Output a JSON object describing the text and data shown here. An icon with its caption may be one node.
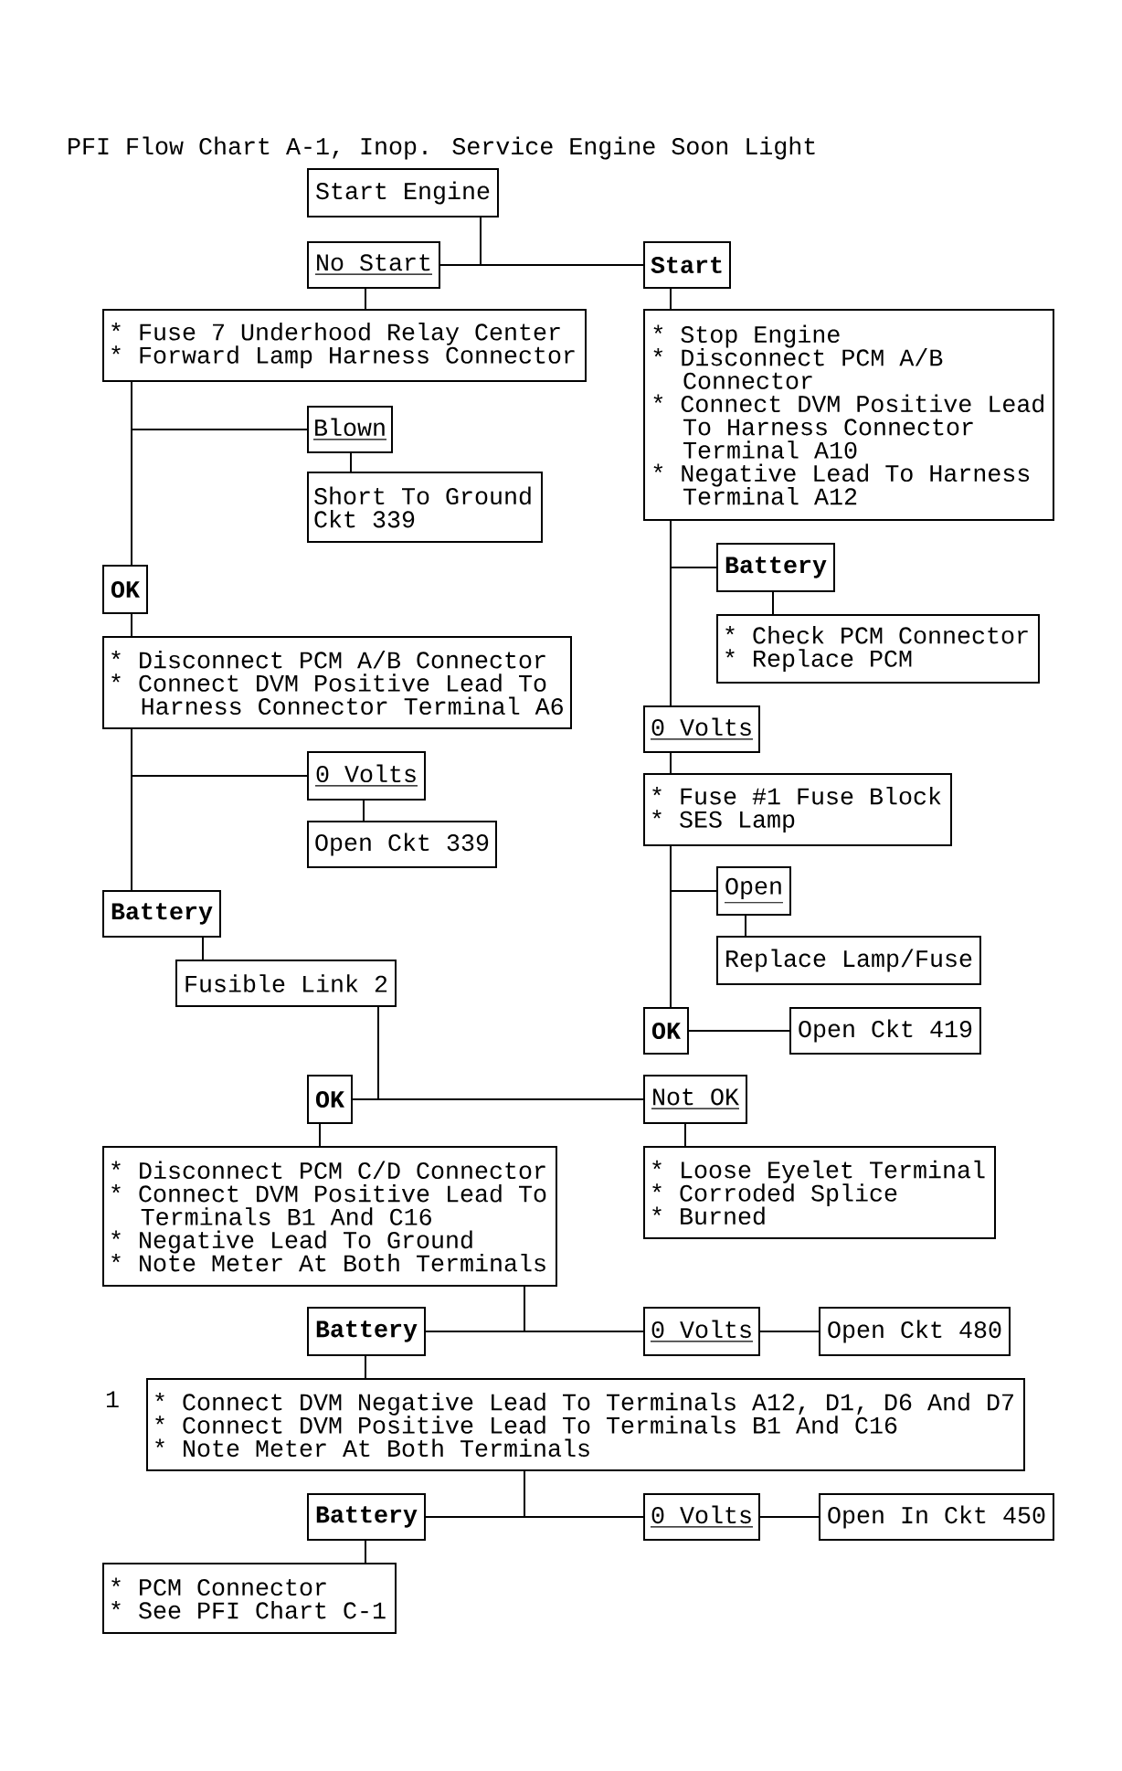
{
  "diagram": {
    "title": "PFI Flow Chart A-1, Inop. Service Engine Soon Light",
    "nodes": [
      {
        "text": [
          "Start Engine"
        ]
      },
      {
        "text": [
          "No Start"
        ]
      },
      {
        "text": [
          "Start"
        ]
      },
      {
        "text": [
          "* Fuse 7 Underhood Relay Center",
          "* Forward Lamp Harness Connector"
        ]
      },
      {
        "text": [
          "* Stop Engine",
          "* Disconnect PCM A/B Connector",
          "* Connect DVM Positive Lead To Harness Connector Terminal A10",
          "* Negative Lead To Harness Terminal A12"
        ]
      },
      {
        "text": [
          "Blown"
        ]
      },
      {
        "text": [
          "Short To Ground Ckt 339"
        ]
      },
      {
        "text": [
          "Battery"
        ]
      },
      {
        "text": [
          "OK"
        ]
      },
      {
        "text": [
          "* Check PCM Connector",
          "* Replace PCM"
        ]
      },
      {
        "text": [
          "* Disconnect PCM A/B Connector",
          "* Connect DVM Positive Lead To Harness Connector Terminal A6"
        ]
      },
      {
        "text": [
          "0 Volts"
        ]
      },
      {
        "text": [
          "0 Volts"
        ]
      },
      {
        "text": [
          "* Fuse #1 Fuse Block",
          "* SES Lamp"
        ]
      },
      {
        "text": [
          "Open Ckt 339"
        ]
      },
      {
        "text": [
          "Open"
        ]
      },
      {
        "text": [
          "Battery"
        ]
      },
      {
        "text": [
          "Replace Lamp/Fuse"
        ]
      },
      {
        "text": [
          "Fusible Link 2"
        ]
      },
      {
        "text": [
          "OK"
        ]
      },
      {
        "text": [
          "Open Ckt 419"
        ]
      },
      {
        "text": [
          "OK"
        ]
      },
      {
        "text": [
          "Not OK"
        ]
      },
      {
        "text": [
          "* Disconnect PCM C/D Connector",
          "* Connect DVM Positive Lead To Terminals B1 And C16",
          "* Negative Lead To Ground",
          "* Note Meter At Both Terminals"
        ]
      },
      {
        "text": [
          "* Loose Eyelet Terminal",
          "* Corroded Splice",
          "* Burned"
        ]
      },
      {
        "text": [
          "Battery"
        ]
      },
      {
        "text": [
          "0 Volts"
        ]
      },
      {
        "text": [
          "Open Ckt 480"
        ]
      },
      {
        "text": [
          "* Connect DVM Negative Lead To Terminals A12, D1, D6 And D7",
          "* Connect DVM Positive Lead To Terminals B1 And C16",
          "* Note Meter At Both Terminals"
        ],
        "beside": [
          "1"
        ]
      },
      {
        "text": [
          "Battery"
        ]
      },
      {
        "text": [
          "0 Volts"
        ]
      },
      {
        "text": [
          "Open In Ckt 450"
        ]
      },
      {
        "text": [
          "* PCM Connector",
          "* See PFI Chart C-1"
        ]
      }
    ],
    "edges": [
      {
        "from": 0,
        "to": 1,
        "arrow": "none"
      },
      {
        "from": 0,
        "to": 2,
        "arrow": "none"
      },
      {
        "from": 1,
        "to": 3,
        "arrow": "none"
      },
      {
        "from": 2,
        "to": 4,
        "arrow": "none"
      },
      {
        "from": 3,
        "to": 5,
        "arrow": "none"
      },
      {
        "from": 3,
        "to": 8,
        "arrow": "none"
      },
      {
        "from": 5,
        "to": 6,
        "arrow": "none"
      },
      {
        "from": 4,
        "to": 7,
        "arrow": "none"
      },
      {
        "from": 4,
        "to": 11,
        "arrow": "none"
      },
      {
        "from": 7,
        "to": 9,
        "arrow": "none"
      },
      {
        "from": 8,
        "to": 10,
        "arrow": "none"
      },
      {
        "from": 10,
        "to": 12,
        "arrow": "none"
      },
      {
        "from": 10,
        "to": 16,
        "arrow": "none"
      },
      {
        "from": 12,
        "to": 14,
        "arrow": "none"
      },
      {
        "from": 11,
        "to": 13,
        "arrow": "none"
      },
      {
        "from": 13,
        "to": 15,
        "arrow": "none"
      },
      {
        "from": 13,
        "to": 19,
        "arrow": "none"
      },
      {
        "from": 15,
        "to": 17,
        "arrow": "none"
      },
      {
        "from": 19,
        "to": 20,
        "arrow": "none"
      },
      {
        "from": 16,
        "to": 18,
        "arrow": "none"
      },
      {
        "from": 18,
        "to": 21,
        "arrow": "none"
      },
      {
        "from": 18,
        "to": 22,
        "arrow": "none"
      },
      {
        "from": 21,
        "to": 23,
        "arrow": "none"
      },
      {
        "from": 22,
        "to": 24,
        "arrow": "none"
      },
      {
        "from": 23,
        "to": 25,
        "arrow": "none"
      },
      {
        "from": 23,
        "to": 26,
        "arrow": "none"
      },
      {
        "from": 26,
        "to": 27,
        "arrow": "none"
      },
      {
        "from": 25,
        "to": 28,
        "arrow": "none"
      },
      {
        "from": 28,
        "to": 29,
        "arrow": "none"
      },
      {
        "from": 28,
        "to": 30,
        "arrow": "none"
      },
      {
        "from": 30,
        "to": 31,
        "arrow": "none"
      },
      {
        "from": 29,
        "to": 32,
        "arrow": "none"
      }
    ]
  }
}
